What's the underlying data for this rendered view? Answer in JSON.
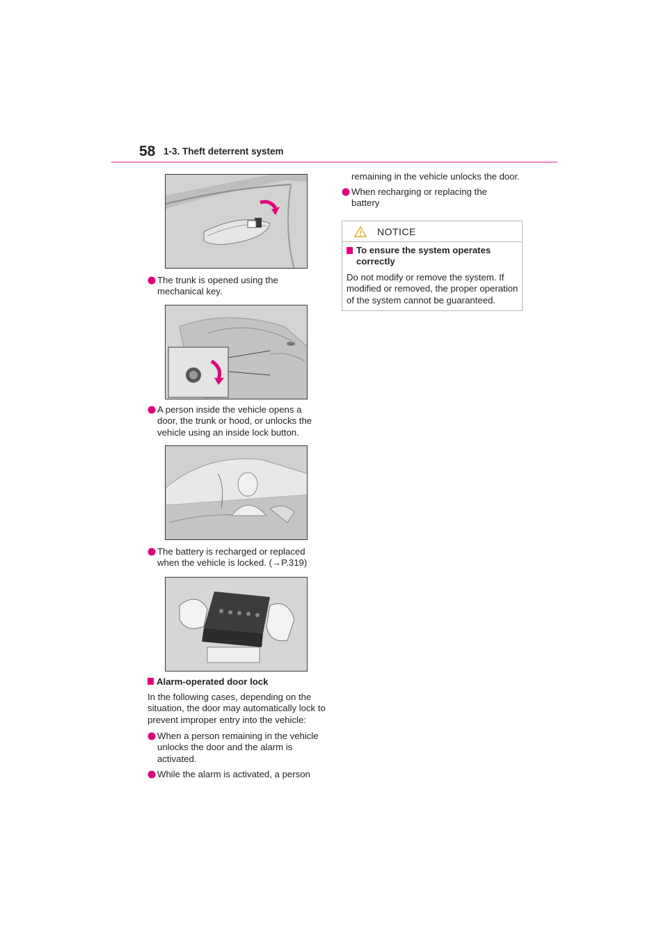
{
  "header": {
    "page_number": "58",
    "section_title": "1-3. Theft deterrent system"
  },
  "colors": {
    "accent": "#e2007a",
    "rule": "#e88ad0",
    "box_border": "#b8b8b8"
  },
  "left_column": {
    "bullet_trunk_key": "The trunk is opened using the mechanical key.",
    "bullet_person_inside": "A person inside the vehicle opens a door, the trunk or hood, or unlocks the vehicle using an inside lock button.",
    "bullet_battery": "The battery is recharged or replaced when the vehicle is locked. (→P.319)",
    "alarm_heading": "Alarm-operated door lock",
    "alarm_intro": "In the following cases, depending on the situation, the door may automatically lock to prevent improper entry into the vehicle:",
    "alarm_bullet_1": "When a person remaining in the vehicle unlocks the door and the alarm is activated.",
    "alarm_bullet_2_start": "While the alarm is activated, a person"
  },
  "right_column": {
    "continued_text": "remaining in the vehicle unlocks the door.",
    "bullet_recharging": "When recharging or replacing the battery",
    "notice": {
      "label": "NOTICE",
      "heading": "To ensure the system operates correctly",
      "body": "Do not modify or remove the system. If modified or removed, the proper operation of the system cannot be guaranteed."
    }
  }
}
